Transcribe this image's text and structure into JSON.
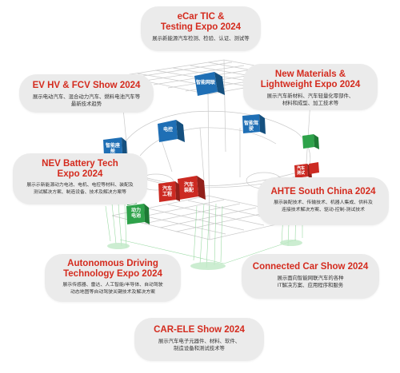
{
  "colors": {
    "title_red": "#d42b1e",
    "card_bg": "#ebebeb",
    "cube_blue": "#1f6fb5",
    "cube_green": "#2ea24a",
    "cube_red": "#cc2a22",
    "wire_gray": "#c4c4c4",
    "wire_green": "#8fd69a"
  },
  "cards": [
    {
      "id": "ecar-tic",
      "title_lines": [
        "eCar TIC &",
        "Testing Expo 2024"
      ],
      "desc_lines": [
        "展示新能源汽车检测、检验、认证、测试等"
      ]
    },
    {
      "id": "ev-hv-fcv",
      "title_lines": [
        "EV HV & FCV Show 2024"
      ],
      "desc_lines": [
        "展示电动汽车、混合动力汽车、燃料电池汽车等",
        "最新技术趋势"
      ]
    },
    {
      "id": "new-materials",
      "title_lines": [
        "New Materials &",
        "Lightweight Expo 2024"
      ],
      "desc_lines": [
        "展示汽车新材料、汽车轻量化零部件、",
        "材料和成型、加工技术等"
      ]
    },
    {
      "id": "nev-battery",
      "title_lines": [
        "NEV Battery Tech",
        "Expo 2024"
      ],
      "desc_lines": [
        "展示示新能源动力电池、电机、电控等材料、装配及",
        "测试解决方案、制造设备、技术及解决方案等"
      ]
    },
    {
      "id": "ahte",
      "title_lines": [
        "AHTE South China 2024"
      ],
      "desc_lines": [
        "展示装配技术、传输技术、机器人集成、供料及",
        "连接技术解决方案、驱动-控制-测试技术"
      ]
    },
    {
      "id": "autonomous",
      "title_lines": [
        "Autonomous Driving",
        "Technology Expo 2024"
      ],
      "desc_lines": [
        "展示传感器、雷达、人工智能/半导体、自动驾驶",
        "动态地图等自动驾驶关键技术及解决方案"
      ]
    },
    {
      "id": "connected-car",
      "title_lines": [
        "Connected Car Show 2024"
      ],
      "desc_lines": [
        "展示面向智能网联汽车的各种",
        "IT解决方案、应用程序和服务"
      ]
    },
    {
      "id": "car-ele",
      "title_lines": [
        "CAR-ELE Show 2024"
      ],
      "desc_lines": [
        "展示汽车电子元器件、材料、软件、",
        "制造设备和测试技术等"
      ]
    }
  ],
  "cubes": [
    {
      "id": "smart-network",
      "label_lines": [
        "智能网联"
      ],
      "color": "blue"
    },
    {
      "id": "electric-control",
      "label_lines": [
        "电控"
      ],
      "color": "blue"
    },
    {
      "id": "smart-cockpit",
      "label_lines": [
        "智能座舱"
      ],
      "color": "blue"
    },
    {
      "id": "blue-small-left",
      "label_lines": [],
      "color": "blue"
    },
    {
      "id": "blue-right-a",
      "label_lines": [
        "智能驾驶"
      ],
      "color": "blue"
    },
    {
      "id": "blue-right-b",
      "label_lines": [],
      "color": "blue"
    },
    {
      "id": "green-right",
      "label_lines": [],
      "color": "green"
    },
    {
      "id": "auto-assembly",
      "label_lines": [
        "汽车",
        "装配"
      ],
      "color": "red"
    },
    {
      "id": "auto-process",
      "label_lines": [
        "汽车",
        "工程"
      ],
      "color": "red"
    },
    {
      "id": "red-right-a",
      "label_lines": [
        "汽车",
        "测试"
      ],
      "color": "red"
    },
    {
      "id": "red-right-b",
      "label_lines": [],
      "color": "red"
    },
    {
      "id": "power-battery",
      "label_lines": [
        "动力",
        "电池"
      ],
      "color": "green"
    },
    {
      "id": "green-small-top",
      "label_lines": [],
      "color": "green"
    }
  ]
}
